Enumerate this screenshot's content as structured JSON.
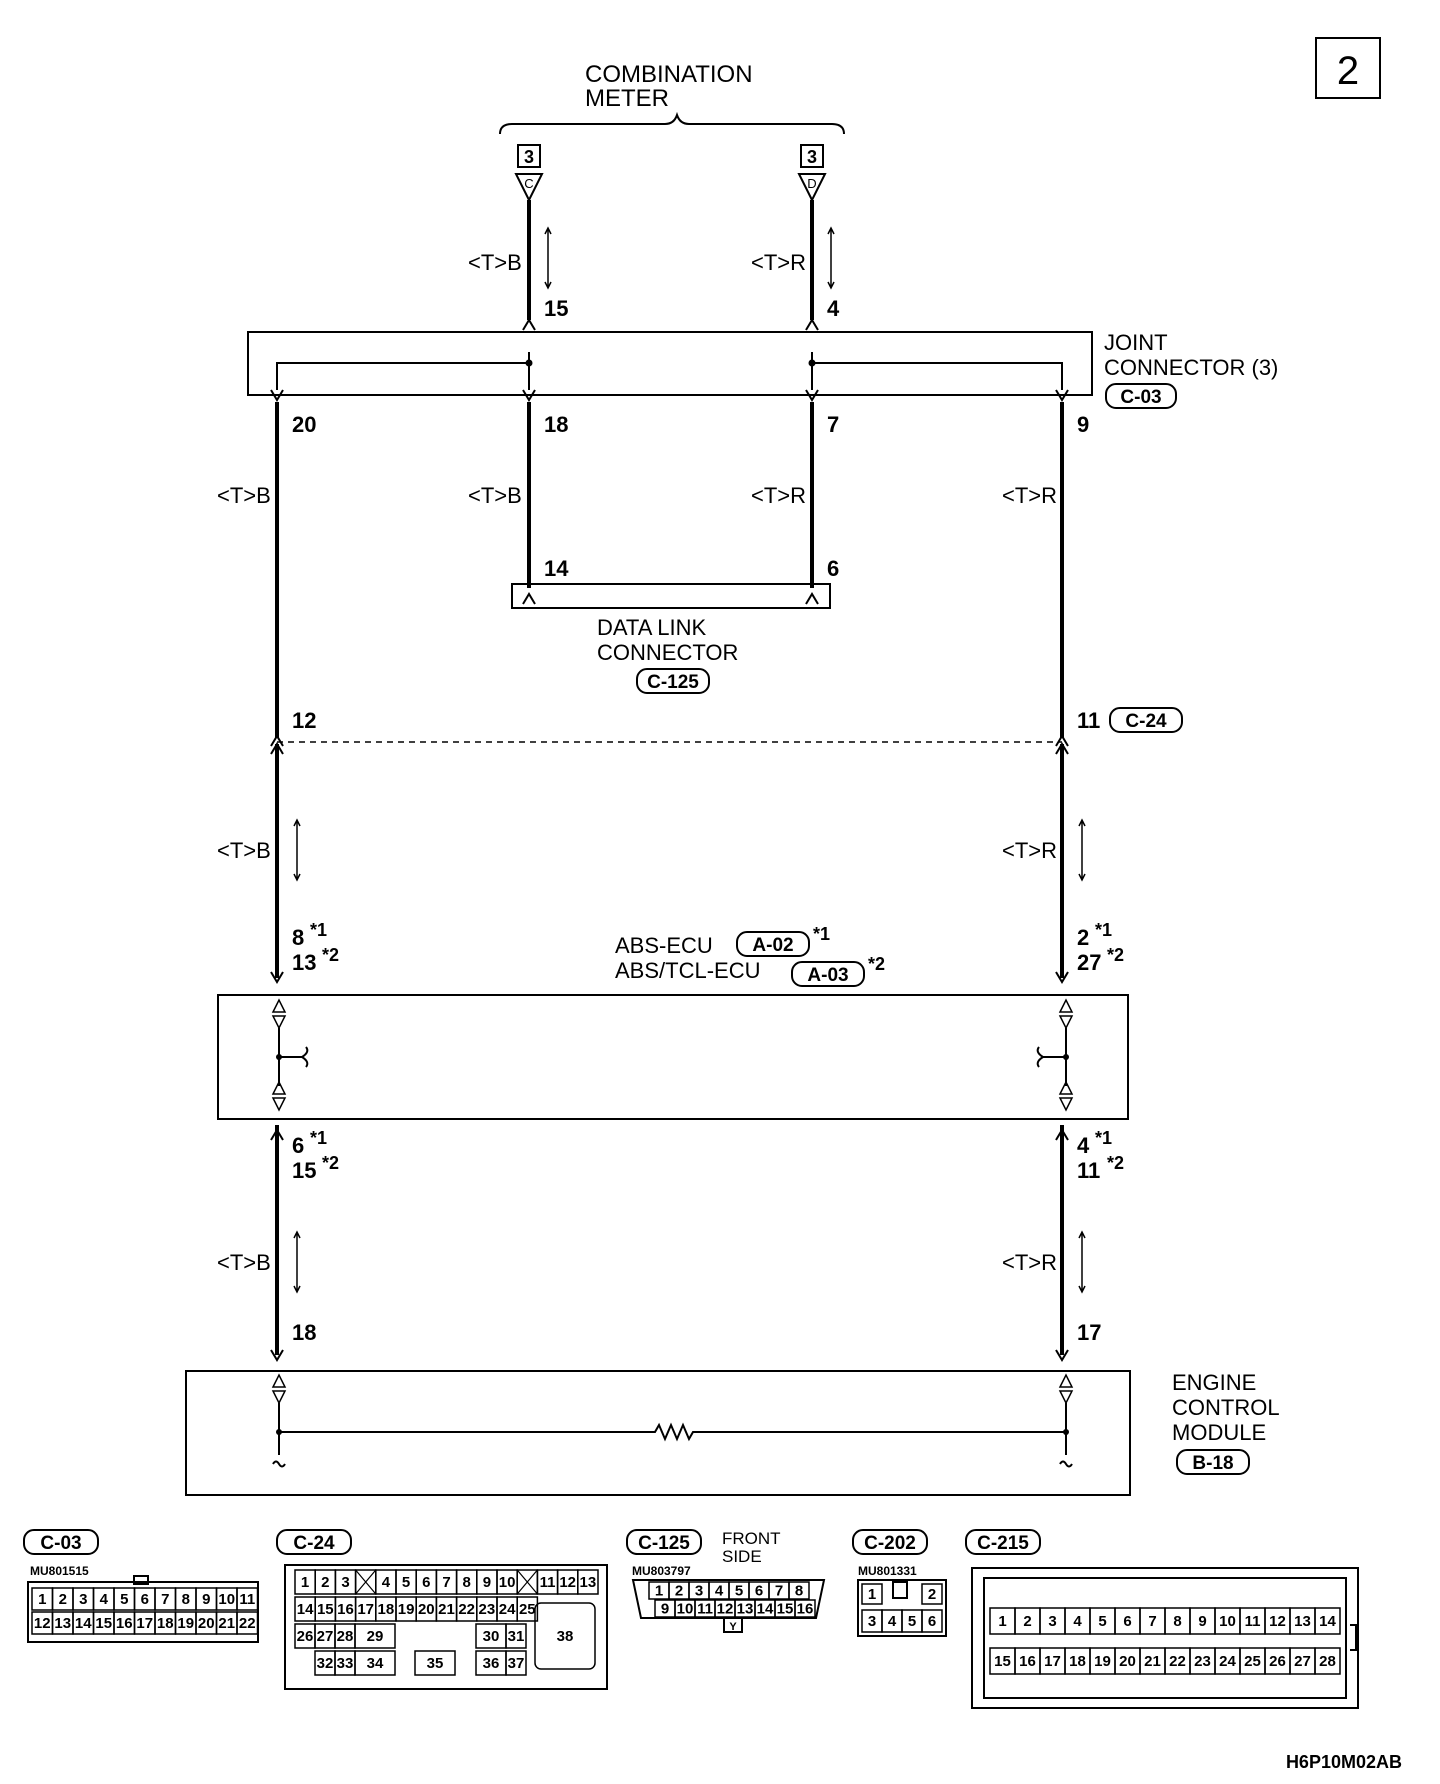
{
  "page_number": "2",
  "figure_code": "H6P10M02AB",
  "combination_meter": {
    "label_line1": "COMBINATION",
    "label_line2": "METER",
    "left_connector_num": "3",
    "left_terminal": "C",
    "right_connector_num": "3",
    "right_terminal": "D"
  },
  "joint_connector": {
    "label_line1": "JOINT",
    "label_line2": "CONNECTOR (3)",
    "id": "C-03"
  },
  "data_link_connector": {
    "label_line1": "DATA LINK",
    "label_line2": "CONNECTOR",
    "id": "C-125"
  },
  "intermediate_connector": {
    "id": "C-24"
  },
  "abs_ecu": {
    "label1": "ABS-ECU",
    "id1": "A-02",
    "note1": "*1",
    "label2": "ABS/TCL-ECU",
    "id2": "A-03",
    "note2": "*2"
  },
  "engine_control_module": {
    "label_line1": "ENGINE",
    "label_line2": "CONTROL",
    "label_line3": "MODULE",
    "id": "B-18"
  },
  "wire_colors": {
    "meter_left": "<T>B",
    "meter_right": "<T>R",
    "jc_left_outer": "<T>B",
    "jc_left_inner": "<T>B",
    "jc_right_inner": "<T>R",
    "jc_right_outer": "<T>R",
    "mid_left": "<T>B",
    "mid_right": "<T>R",
    "low_left": "<T>B",
    "low_right": "<T>R"
  },
  "pins": {
    "meter_left": "15",
    "meter_right": "4",
    "jc_20": "20",
    "jc_18": "18",
    "jc_7": "7",
    "jc_9": "9",
    "dlc_14": "14",
    "dlc_6": "6",
    "c24_left": "12",
    "c24_right": "11",
    "abs_left_a": "8",
    "abs_left_b": "13",
    "abs_right_a": "2",
    "abs_right_b": "27",
    "abs_low_left_a": "6",
    "abs_low_left_b": "15",
    "abs_low_right_a": "4",
    "abs_low_right_b": "11",
    "ecm_left": "18",
    "ecm_right": "17",
    "note_1": "*1",
    "note_2": "*2"
  },
  "connector_views": {
    "c03": {
      "id": "C-03",
      "part": "MU801515",
      "row1": [
        "1",
        "2",
        "3",
        "4",
        "5",
        "6",
        "7",
        "8",
        "9",
        "10",
        "11"
      ],
      "row2": [
        "12",
        "13",
        "14",
        "15",
        "16",
        "17",
        "18",
        "19",
        "20",
        "21",
        "22"
      ]
    },
    "c24": {
      "id": "C-24",
      "row1": [
        "1",
        "2",
        "3",
        "",
        "4",
        "5",
        "6",
        "7",
        "8",
        "9",
        "10",
        "",
        "11",
        "12",
        "13"
      ],
      "row2": [
        "14",
        "15",
        "16",
        "17",
        "18",
        "19",
        "20",
        "21",
        "22",
        "23",
        "24",
        "25"
      ],
      "row3": [
        "26",
        "27",
        "28",
        "29",
        "30",
        "31"
      ],
      "row4": [
        "32",
        "33",
        "34",
        "35",
        "36",
        "37"
      ],
      "big": "38"
    },
    "c125": {
      "id": "C-125",
      "part": "MU803797",
      "front_label_line1": "FRONT",
      "front_label_line2": "SIDE",
      "row1": [
        "1",
        "2",
        "3",
        "4",
        "5",
        "6",
        "7",
        "8"
      ],
      "row2": [
        "9",
        "10",
        "11",
        "12",
        "13",
        "14",
        "15",
        "16"
      ],
      "key": "Y"
    },
    "c202": {
      "id": "C-202",
      "part": "MU801331",
      "row1": [
        "1",
        "2"
      ],
      "row2": [
        "3",
        "4",
        "5",
        "6"
      ]
    },
    "c215": {
      "id": "C-215",
      "row1": [
        "1",
        "2",
        "3",
        "4",
        "5",
        "6",
        "7",
        "8",
        "9",
        "10",
        "11",
        "12",
        "13",
        "14"
      ],
      "row2": [
        "15",
        "16",
        "17",
        "18",
        "19",
        "20",
        "21",
        "22",
        "23",
        "24",
        "25",
        "26",
        "27",
        "28"
      ]
    }
  }
}
